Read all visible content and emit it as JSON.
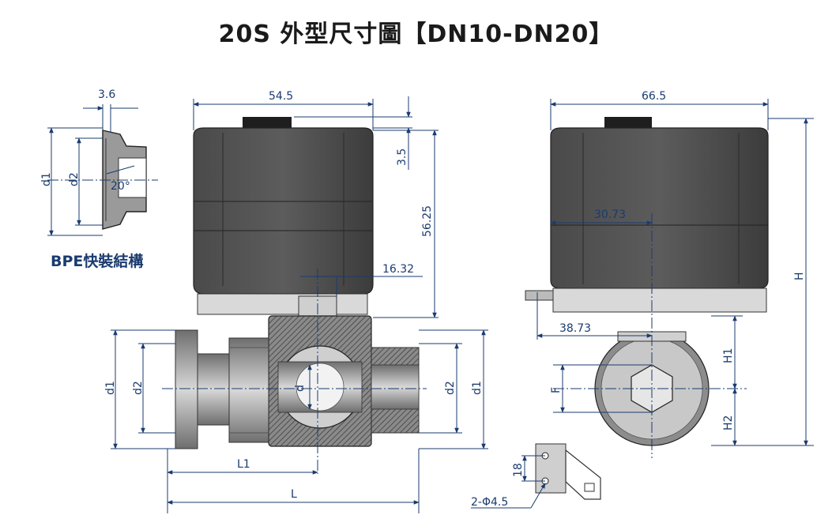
{
  "title": "20S 外型尺寸圖【DN10-DN20】",
  "bpe_label": "BPE快裝結構",
  "dimensions": {
    "d1_detail": "d1",
    "d2_detail": "d2",
    "w_3_6": "3.6",
    "angle_20": "20°",
    "w_54_5": "54.5",
    "h_3_5": "3.5",
    "h_56_25": "56.25",
    "w_16_32": "16.32",
    "d1_left": "d1",
    "d2_left": "d2",
    "d_center": "d",
    "d2_right": "d2",
    "d1_right": "d1",
    "L1": "L1",
    "L": "L",
    "w_66_5": "66.5",
    "w_30_73": "30.73",
    "w_38_73": "38.73",
    "H": "H",
    "H1": "H1",
    "H2": "H2",
    "F": "F",
    "h_18": "18",
    "holes": "2-Φ4.5"
  },
  "colors": {
    "dimension": "#1b3b6f",
    "body": "#2b2b2b",
    "actuator": "#3a3a3a",
    "metal": "#9a9a9a"
  }
}
